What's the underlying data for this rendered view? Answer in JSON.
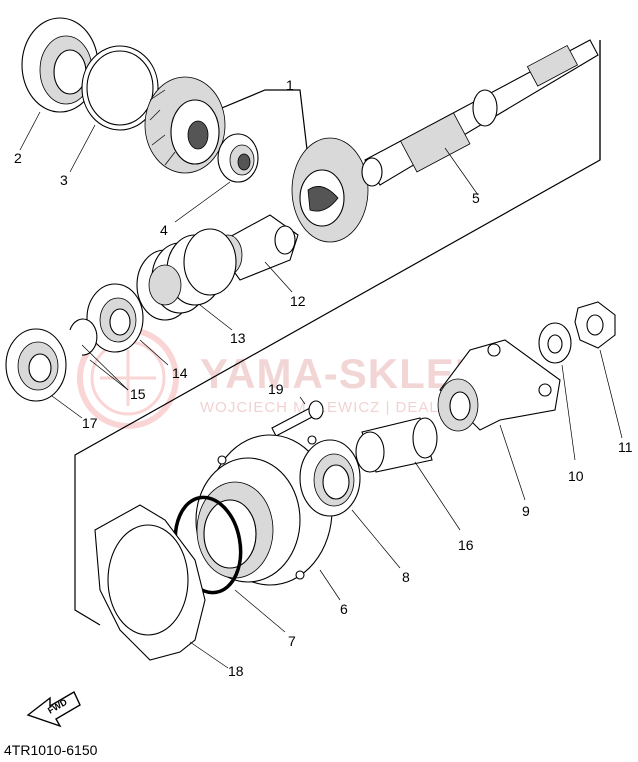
{
  "diagram": {
    "part_number": "4TR1010-6150",
    "fwd_label": "FWD",
    "callouts": [
      "1",
      "2",
      "3",
      "4",
      "5",
      "6",
      "7",
      "8",
      "9",
      "10",
      "11",
      "12",
      "13",
      "14",
      "15",
      "15",
      "16",
      "17",
      "18",
      "19"
    ]
  },
  "watermark": {
    "title": "YAMA-SKLEP.PL",
    "subtitle": "WOJCIECH MALEWICZ | DEALER YAMAHA"
  },
  "colors": {
    "line": "#000000",
    "watermark": "#e8b4b4",
    "ring_highlight": "#000000"
  }
}
